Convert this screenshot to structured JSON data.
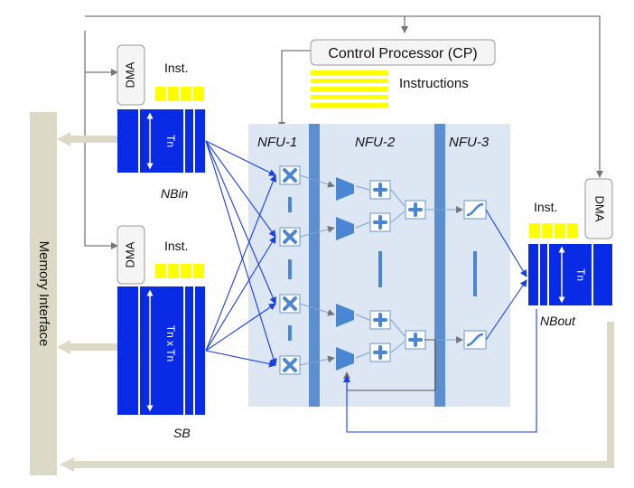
{
  "labels": {
    "control_processor": "Control Processor (CP)",
    "instructions": "Instructions",
    "memory_interface": "Memory Interface",
    "dma": "DMA",
    "inst": "Inst.",
    "nbin": "NBin",
    "sb": "SB",
    "nbout": "NBout",
    "tn": "Tn",
    "tn_x_tn": "Tn x Tn",
    "nfu1": "NFU-1",
    "nfu2": "NFU-2",
    "nfu3": "NFU-3"
  },
  "colors": {
    "buffer_blue": "#0a2be6",
    "nfu_panel": "#dce7f3",
    "nfu_divider": "#5b8fd0",
    "op_fill": "#a9c8ee",
    "op_symbol": "#4a86d2",
    "inst_yellow": "#ffff00",
    "memory_beige": "#ddd9c7",
    "wire_blue": "#1a3ee0",
    "wire_gray": "#777777"
  }
}
